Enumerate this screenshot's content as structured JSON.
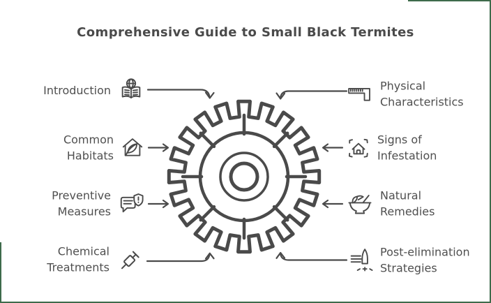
{
  "title": "Comprehensive Guide to Small Black Termites",
  "colors": {
    "ink": "#4a4a4a",
    "text": "#4f4f4f",
    "frame_green": "#3e6b4b"
  },
  "center": {
    "symbol": "gear",
    "description": "hand-drawn gear hub with 8 spokes"
  },
  "items": {
    "left": [
      {
        "label": "Introduction",
        "icon": "open-book-globe-icon",
        "arrow": "to-gear-top-left"
      },
      {
        "label": "Common\nHabitats",
        "icon": "eco-house-leaf-icon",
        "arrow": "to-gear-left-upper"
      },
      {
        "label": "Preventive\nMeasures",
        "icon": "chat-shield-icon",
        "arrow": "to-gear-left-lower"
      },
      {
        "label": "Chemical\nTreatments",
        "icon": "syringe-icon",
        "arrow": "to-gear-bottom-left"
      }
    ],
    "right": [
      {
        "label": "Physical\nCharacteristics",
        "icon": "ruler-icon",
        "arrow": "to-gear-top-right"
      },
      {
        "label": "Signs of\nInfestation",
        "icon": "house-scan-icon",
        "arrow": "to-gear-right-upper"
      },
      {
        "label": "Natural\nRemedies",
        "icon": "mortar-bowl-icon",
        "arrow": "to-gear-right-lower"
      },
      {
        "label": "Post-elimination\nStrategies",
        "icon": "rocket-icon",
        "arrow": "to-gear-bottom-right"
      }
    ]
  }
}
